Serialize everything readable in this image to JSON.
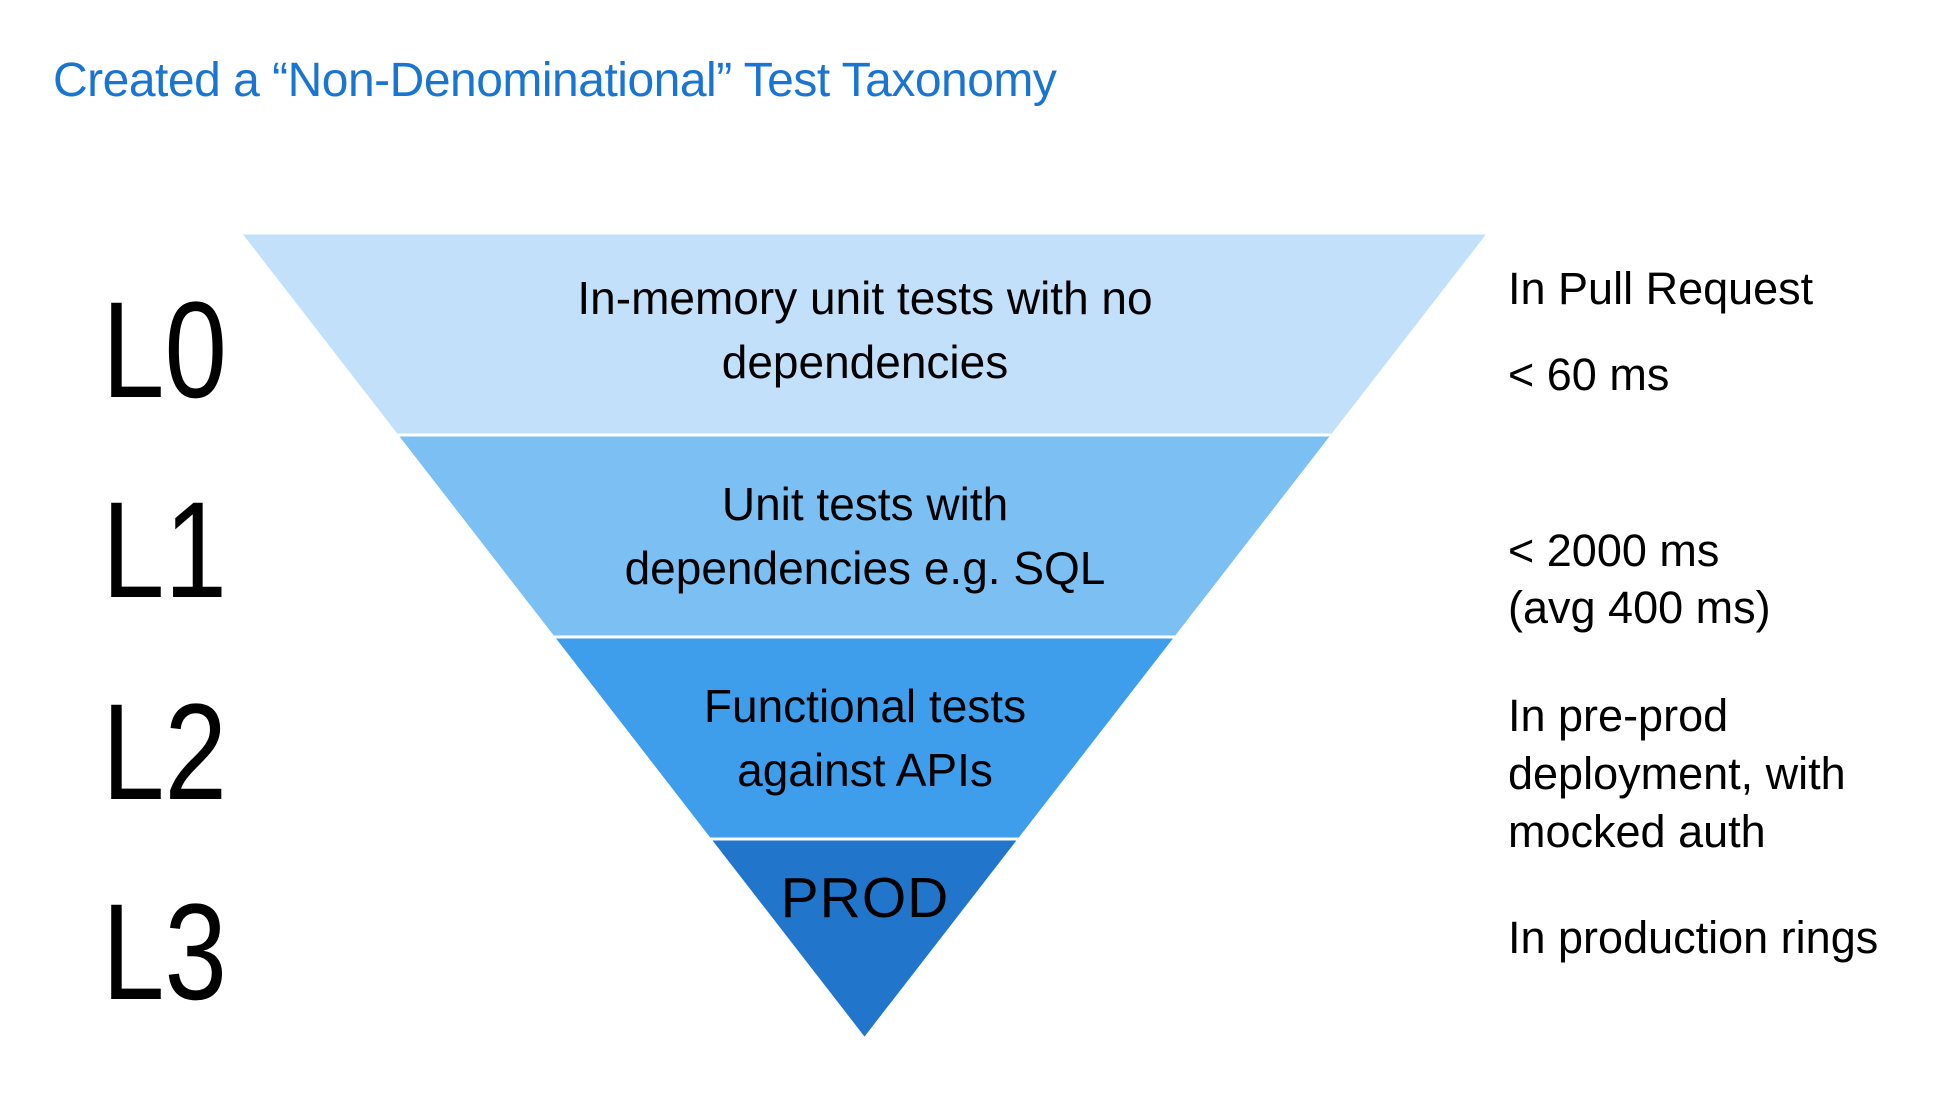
{
  "title": "Created a “Non-Denominational” Test Taxonomy",
  "colors": {
    "title_accent": "#1A75D2",
    "band_divider": "#FFFFFF",
    "text": "#000000"
  },
  "funnel": {
    "levels": [
      {
        "name": "L0",
        "color": "#C3E0FB",
        "band_text": "In-memory unit tests with no\ndependencies",
        "annotation_context": "In Pull Request",
        "annotation_timing": "< 60 ms"
      },
      {
        "name": "L1",
        "color": "#7CC0F3",
        "band_text": "Unit tests with\ndependencies e.g. SQL",
        "annotation_timing": "< 2000 ms\n(avg 400 ms)"
      },
      {
        "name": "L2",
        "color": "#3E9EEC",
        "band_text": "Functional tests\nagainst APIs",
        "annotation_context": "In pre-prod\ndeployment, with\nmocked auth"
      },
      {
        "name": "L3",
        "color": "#2176CB",
        "band_text": "PROD",
        "annotation_context": "In production rings"
      }
    ]
  }
}
